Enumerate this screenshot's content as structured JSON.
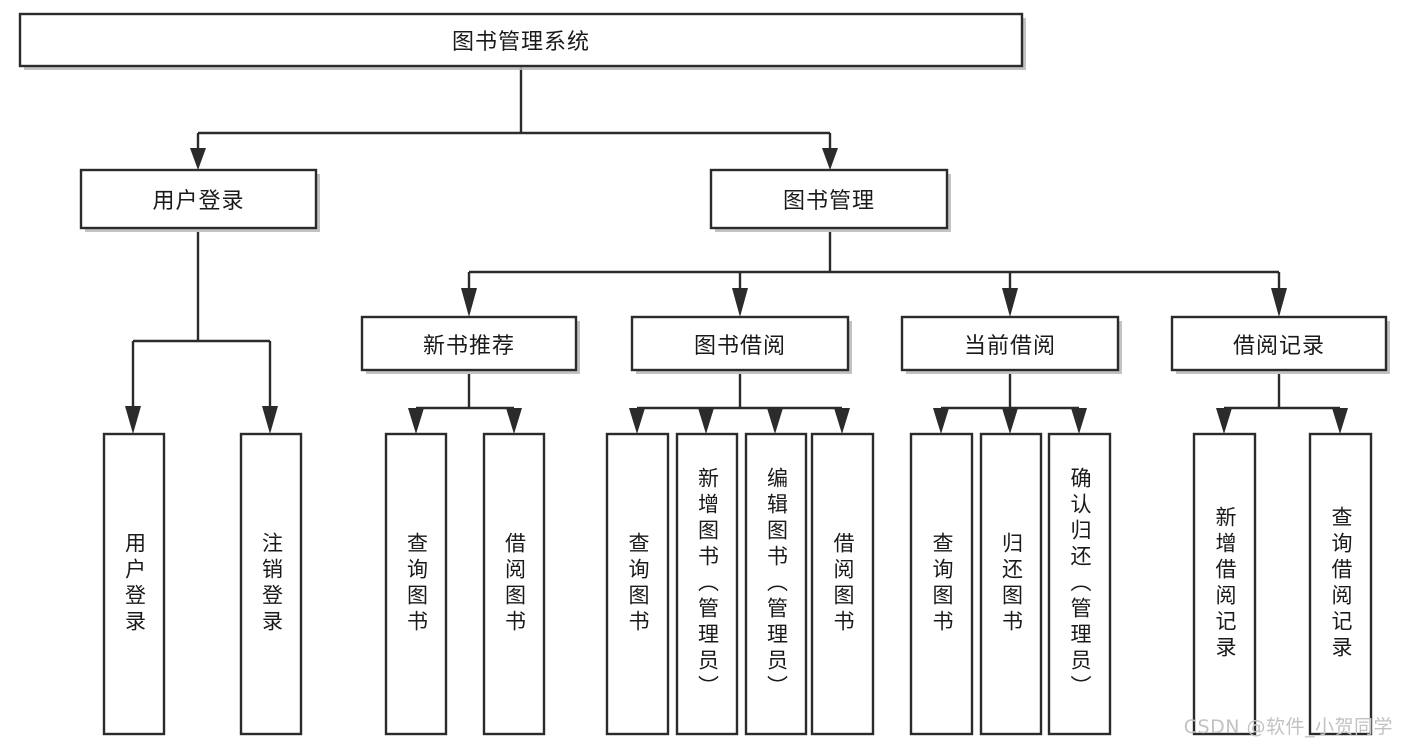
{
  "diagram": {
    "title": "图书管理系统",
    "type": "tree-hierarchy",
    "orientation": "top-down",
    "style": {
      "box_fill": "#ffffff",
      "box_stroke": "#2b2b2b",
      "shadow": "#b9b9b9",
      "text": "#1a1a1a",
      "background": "#ffffff",
      "watermark_color": "#c2c2c2"
    },
    "levels": {
      "root": {
        "label": "图书管理系统",
        "orientation": "horizontal"
      },
      "level2": [
        {
          "label": "用户登录",
          "orientation": "horizontal"
        },
        {
          "label": "图书管理",
          "orientation": "horizontal"
        }
      ],
      "level3": [
        {
          "label": "新书推荐",
          "orientation": "horizontal"
        },
        {
          "label": "图书借阅",
          "orientation": "horizontal"
        },
        {
          "label": "当前借阅",
          "orientation": "horizontal"
        },
        {
          "label": "借阅记录",
          "orientation": "horizontal"
        }
      ],
      "leaves": {
        "user_login": [
          {
            "label": "用户登录",
            "orientation": "vertical"
          },
          {
            "label": "注销登录",
            "orientation": "vertical"
          }
        ],
        "new_book_recommend": [
          {
            "label": "查询图书",
            "orientation": "vertical"
          },
          {
            "label": "借阅图书",
            "orientation": "vertical"
          }
        ],
        "book_borrow": [
          {
            "label": "查询图书",
            "orientation": "vertical"
          },
          {
            "label": "新增图书（管理员）",
            "orientation": "vertical"
          },
          {
            "label": "编辑图书（管理员）",
            "orientation": "vertical"
          },
          {
            "label": "借阅图书",
            "orientation": "vertical"
          }
        ],
        "current_borrow": [
          {
            "label": "查询图书",
            "orientation": "vertical"
          },
          {
            "label": "归还图书",
            "orientation": "vertical"
          },
          {
            "label": "确认归还（管理员）",
            "orientation": "vertical"
          }
        ],
        "borrow_record": [
          {
            "label": "新增借阅记录",
            "orientation": "vertical"
          },
          {
            "label": "查询借阅记录",
            "orientation": "vertical"
          }
        ]
      }
    },
    "watermark": "CSDN @软件_小贺同学"
  }
}
